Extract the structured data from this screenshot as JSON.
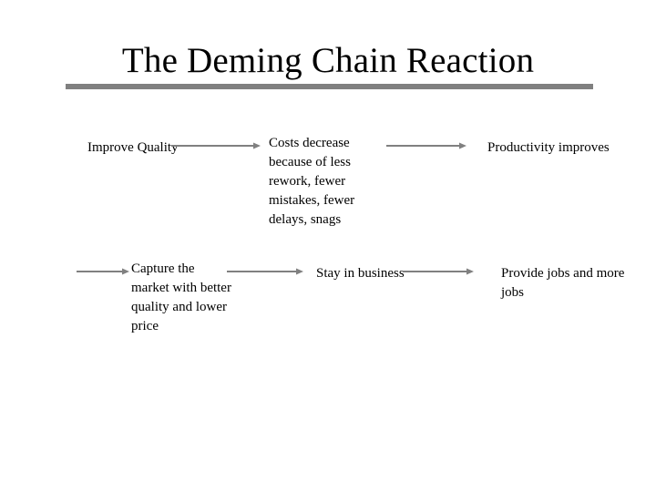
{
  "slide": {
    "title": "The Deming Chain Reaction",
    "background_color": "#ffffff",
    "text_color": "#000000",
    "rule_color": "#808080",
    "arrow_color": "#808080"
  },
  "flow": {
    "nodes": [
      {
        "id": "improve-quality",
        "text": "Improve Quality"
      },
      {
        "id": "costs-decrease",
        "text": "Costs decrease because of less rework, fewer mistakes, fewer delays, snags"
      },
      {
        "id": "productivity",
        "text": "Productivity improves"
      },
      {
        "id": "capture-market",
        "text": "Capture the market with better quality and lower price"
      },
      {
        "id": "stay-in-business",
        "text": "Stay in business"
      },
      {
        "id": "provide-jobs",
        "text": "Provide jobs and more jobs"
      }
    ],
    "arrows": [
      {
        "id": "arrow-1",
        "from": "improve-quality",
        "to": "costs-decrease",
        "direction": "right"
      },
      {
        "id": "arrow-2",
        "from": "costs-decrease",
        "to": "productivity",
        "direction": "right"
      },
      {
        "id": "arrow-3",
        "from": "productivity",
        "to": "capture-market",
        "direction": "right"
      },
      {
        "id": "arrow-4",
        "from": "capture-market",
        "to": "stay-in-business",
        "direction": "right"
      },
      {
        "id": "arrow-5",
        "from": "stay-in-business",
        "to": "provide-jobs",
        "direction": "right"
      }
    ]
  }
}
